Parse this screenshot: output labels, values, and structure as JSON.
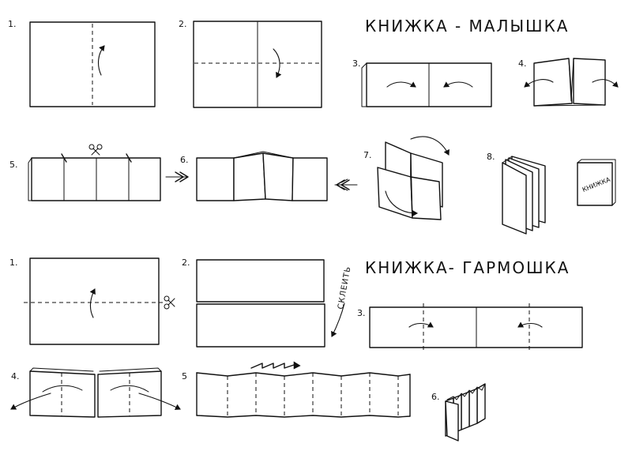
{
  "top_section": {
    "title": "КНИЖКА - МАЛЫШКА",
    "steps": [
      "1.",
      "2.",
      "3.",
      "4.",
      "5.",
      "6.",
      "7.",
      "8."
    ],
    "cover_text": "КНИЖКА"
  },
  "bottom_section": {
    "title": "КНИЖКА- ГАРМОШКА",
    "steps": [
      "1.",
      "2.",
      "3.",
      "4.",
      "5",
      "6."
    ],
    "glue_label": "СКЛЕИТЬ"
  },
  "icons": [
    "scissors-icon",
    "fold-arrow-icon",
    "push-arrow-icon",
    "zigzag-icon"
  ]
}
